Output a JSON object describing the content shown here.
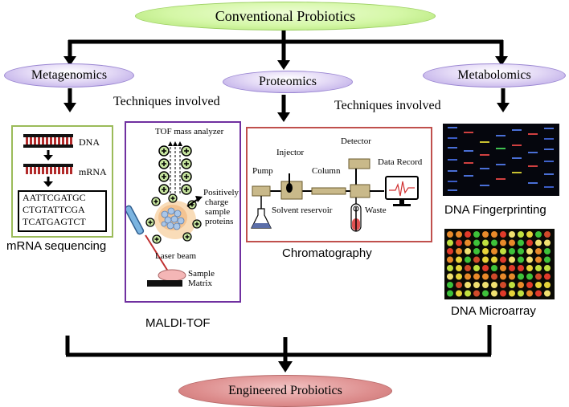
{
  "top_node": "Conventional Probiotics",
  "bottom_node": "Engineered Probiotics",
  "branches": {
    "metagenomics": "Metagenomics",
    "proteomics": "Proteomics",
    "metabolomics": "Metabolomics"
  },
  "techniques_label": "Techniques involved",
  "mrna_panel": {
    "dna_label": "DNA",
    "mrna_label": "mRNA",
    "sequence_lines": [
      "AATTCGATGC",
      "CTGTATTCGA",
      "TCATGAGTCT"
    ],
    "caption": "mRNA sequencing"
  },
  "maldi_panel": {
    "analyzer_label": "TOF mass analyzer",
    "charge_label_lines": [
      "Positively",
      "charge",
      "sample",
      "proteins"
    ],
    "laser_label": "Laser beam",
    "sample_label": "Sample",
    "matrix_label": "Matrix",
    "caption": "MALDI-TOF"
  },
  "chromatography_panel": {
    "injector_label": "Injector",
    "detector_label": "Detector",
    "pump_label": "Pump",
    "column_label": "Column",
    "data_record_label": "Data Record",
    "solvent_label": "Solvent reservoir",
    "waste_label": "Waste",
    "caption": "Chromatography"
  },
  "metabolomics_panel": {
    "fingerprint_caption": "DNA Fingerprinting",
    "microarray_caption": "DNA Microarray"
  },
  "colors": {
    "top_oval": "#d4f7a6",
    "branch_oval": "#d8ccf2",
    "bottom_oval": "#dd8d8d",
    "mrna_border": "#9bbb59",
    "maldi_border": "#7030a0",
    "chrom_border": "#c0504d",
    "component_fill": "#c9b98a"
  }
}
